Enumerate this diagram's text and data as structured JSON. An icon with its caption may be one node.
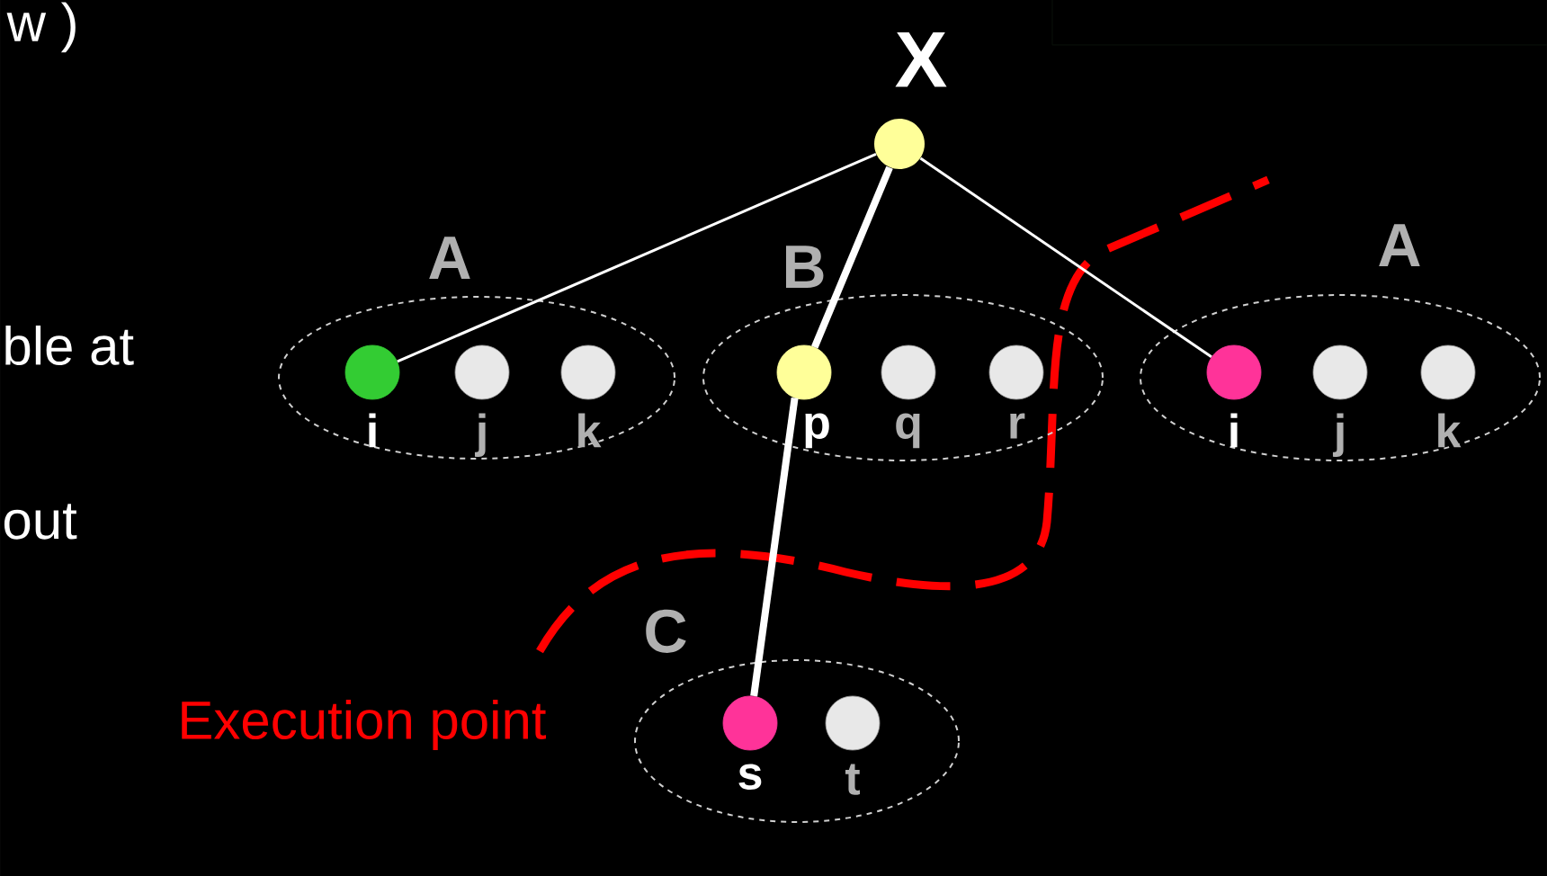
{
  "diagram": {
    "nodes": [
      {
        "text": [
          "X"
        ]
      },
      {
        "text": [
          "A"
        ]
      },
      {
        "text": [
          "i"
        ],
        "in": 1
      },
      {
        "text": [
          "j"
        ],
        "in": 1
      },
      {
        "text": [
          "k"
        ],
        "in": 1
      },
      {
        "text": [
          "B"
        ]
      },
      {
        "text": [
          "p"
        ],
        "in": 5
      },
      {
        "text": [
          "q"
        ],
        "in": 5
      },
      {
        "text": [
          "r"
        ],
        "in": 5
      },
      {
        "text": [
          "A"
        ]
      },
      {
        "text": [
          "i"
        ],
        "in": 9
      },
      {
        "text": [
          "j"
        ],
        "in": 9
      },
      {
        "text": [
          "k"
        ],
        "in": 9
      },
      {
        "text": [
          "C"
        ]
      },
      {
        "text": [
          "s"
        ],
        "in": 13
      },
      {
        "text": [
          "t"
        ],
        "in": 13
      }
    ],
    "edges": [
      {
        "from": 0,
        "to": 2,
        "arrow": "none"
      },
      {
        "from": 0,
        "to": 6,
        "arrow": "none",
        "style": "thick"
      },
      {
        "from": 0,
        "to": 10,
        "arrow": "none"
      },
      {
        "from": 6,
        "to": 14,
        "arrow": "none",
        "style": "thick"
      }
    ],
    "labels": [
      "w )",
      "ble at",
      "out",
      "Execution point"
    ]
  }
}
